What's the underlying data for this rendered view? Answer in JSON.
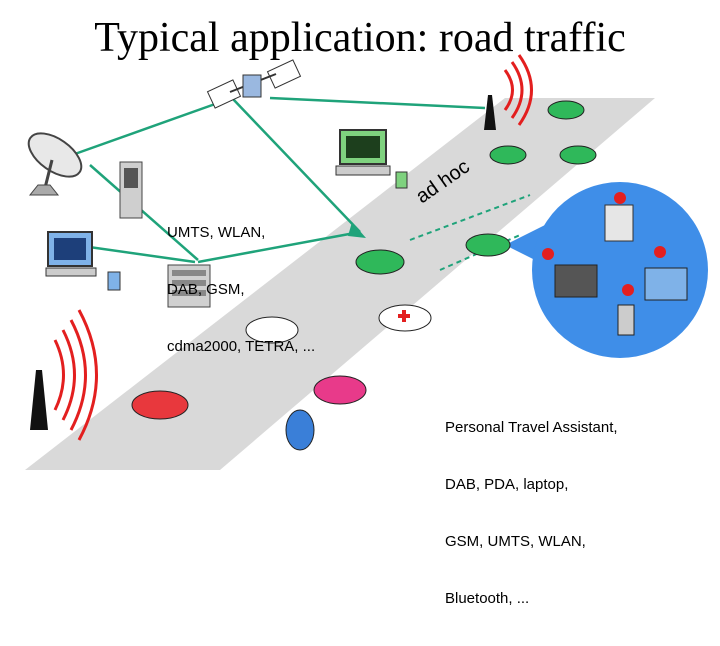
{
  "title": "Typical application: road traffic",
  "infrastructure_label": [
    "UMTS, WLAN,",
    "DAB, GSM,",
    "cdma2000, TETRA, ..."
  ],
  "adhoc_label": "ad hoc",
  "pta_label": [
    "Personal Travel Assistant,",
    "DAB, PDA, laptop,",
    "GSM, UMTS, WLAN,",
    "Bluetooth, ..."
  ],
  "colors": {
    "road": "#d9d9d9",
    "link": "#1fa37a",
    "signal": "#e31f1f",
    "car_green": "#2fb85a",
    "car_red": "#e8383d",
    "car_pink": "#e83a8a",
    "car_blue": "#3a7fd8",
    "pta_bubble": "#3f8ee8"
  }
}
